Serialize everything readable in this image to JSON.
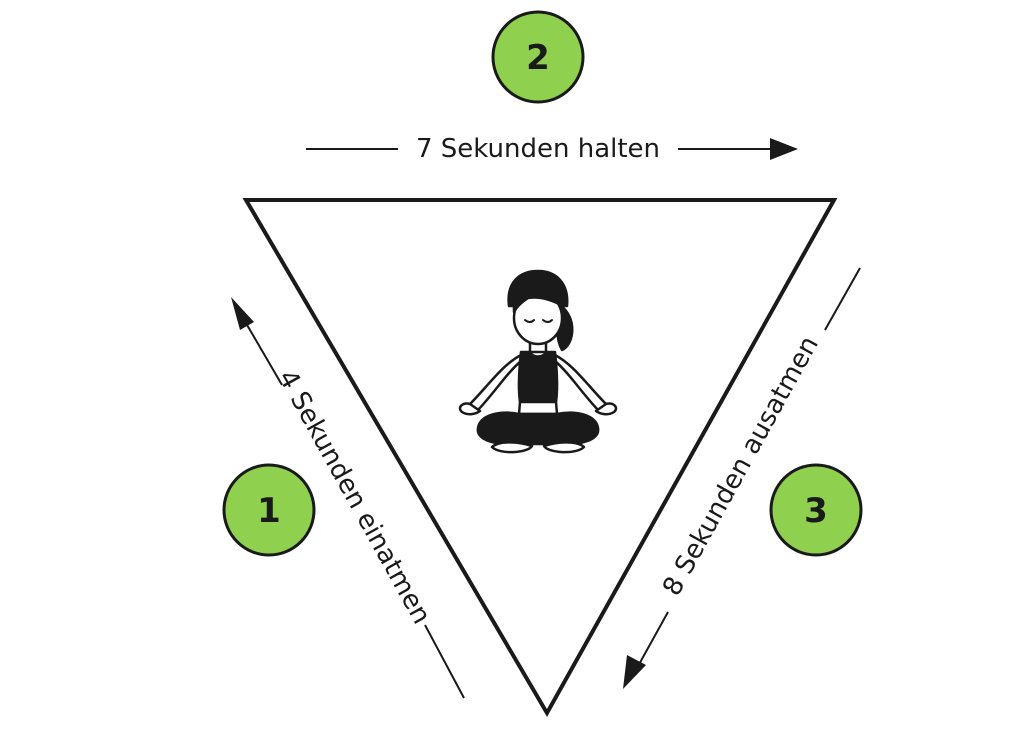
{
  "steps": [
    {
      "number": "1",
      "label": "4 Sekunden einatmen"
    },
    {
      "number": "2",
      "label": "7 Sekunden halten"
    },
    {
      "number": "3",
      "label": "8 Sekunden ausatmen"
    }
  ],
  "colors": {
    "circle_fill": "#8fd14f",
    "stroke": "#1a1a1a",
    "background": "#ffffff"
  },
  "icons": {
    "center": "meditating-woman-icon"
  }
}
